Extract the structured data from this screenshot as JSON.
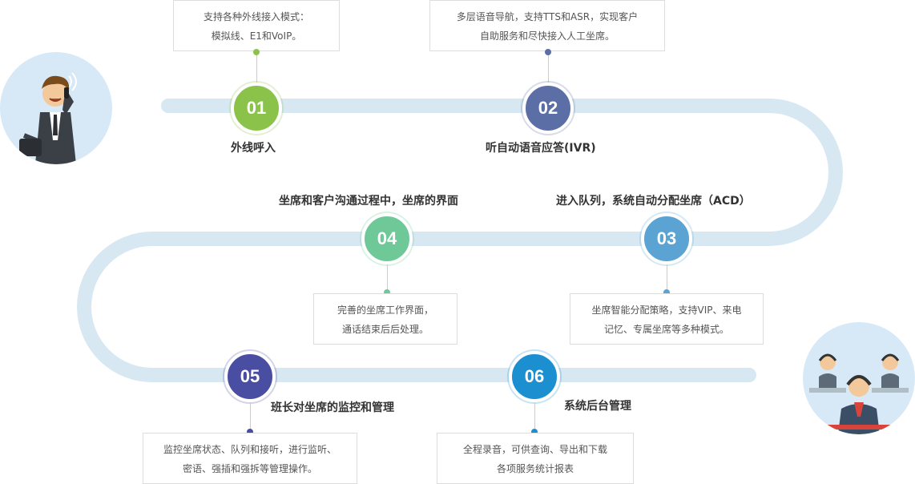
{
  "colors": {
    "track": "#d7e8f3",
    "step1": "#8bc34a",
    "step2": "#5b6ea6",
    "step3": "#5aa3d3",
    "step4": "#6fc898",
    "step5": "#4a4ea3",
    "step6": "#1b8fd0"
  },
  "steps": [
    {
      "number": "01",
      "title": "外线呼入",
      "desc_line1": "支持各种外线接入模式：",
      "desc_line2": "模拟线、E1和VoIP。"
    },
    {
      "number": "02",
      "title": "听自动语音应答(IVR)",
      "desc_line1": "多层语音导航，支持TTS和ASR，实现客户",
      "desc_line2": "自助服务和尽快接入人工坐席。"
    },
    {
      "number": "03",
      "title": "进入队列，系统自动分配坐席（ACD）",
      "desc_line1": "坐席智能分配策略，支持VIP、来电",
      "desc_line2": "记忆、专属坐席等多种模式。"
    },
    {
      "number": "04",
      "title": "坐席和客户沟通过程中，坐席的界面",
      "desc_line1": "完善的坐席工作界面，",
      "desc_line2": "通话结束后后处理。"
    },
    {
      "number": "05",
      "title": "班长对坐席的监控和管理",
      "desc_line1": "监控坐席状态、队列和接听，进行监听、",
      "desc_line2": "密语、强插和强拆等管理操作。"
    },
    {
      "number": "06",
      "title": "系统后台管理",
      "desc_line1": "全程录音，可供查询、导出和下载",
      "desc_line2": "各项服务统计报表"
    }
  ]
}
